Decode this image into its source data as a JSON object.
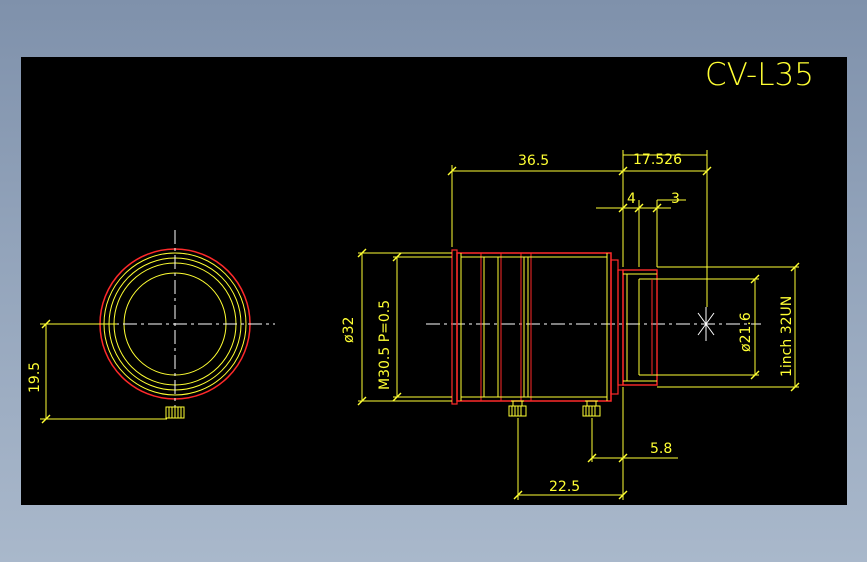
{
  "drawing": {
    "title": "CV-L35",
    "dimensions": {
      "length_body": "36.5",
      "length_mount": "17.526",
      "mount_step_1": "4",
      "mount_step_2": "3",
      "front_height": "19.5",
      "outer_diameter": "ø32",
      "filter_thread": "M30.5  P=0.5",
      "rear_diameter": "ø21.6",
      "mount_thread": "1inch  32UN",
      "screw_offset_1": "5.8",
      "screw_offset_2": "22.5"
    },
    "colors": {
      "background": "#000000",
      "dimension": "#ffff33",
      "outline": "#ff2a2a",
      "centerline": "#ffffff"
    }
  }
}
